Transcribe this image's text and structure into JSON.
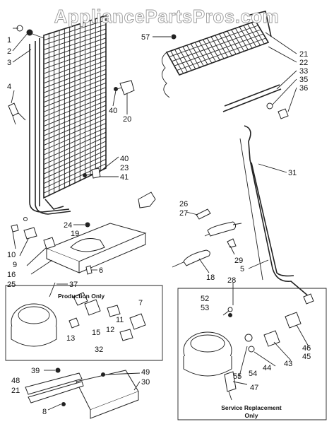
{
  "watermark": "AppliancePartsPros.com",
  "boxes": {
    "production": "Production Only",
    "service_line1": "Service Replacement",
    "service_line2": "Only"
  },
  "callouts": {
    "c1": "1",
    "c2": "2",
    "c3": "3",
    "c4": "4",
    "c57": "57",
    "c21a": "21",
    "c22": "22",
    "c33": "33",
    "c35": "35",
    "c36": "36",
    "c40a": "40",
    "c20": "20",
    "c40b": "40",
    "c23": "23",
    "c41": "41",
    "c31": "31",
    "c24": "24",
    "c19": "19",
    "c10": "10",
    "c9": "9",
    "c16": "16",
    "c25": "25",
    "c6": "6",
    "c26": "26",
    "c27": "27",
    "c29": "29",
    "c5": "5",
    "c18": "18",
    "c28": "28",
    "c37": "37",
    "c7": "7",
    "c11": "11",
    "c12": "12",
    "c15": "15",
    "c13": "13",
    "c32": "32",
    "c52": "52",
    "c53": "53",
    "c46": "46",
    "c45": "45",
    "c43": "43",
    "c44": "44",
    "c55": "55",
    "c54": "54",
    "c47": "47",
    "c39": "39",
    "c48": "48",
    "c21b": "21",
    "c8": "8",
    "c49": "49",
    "c30": "30"
  }
}
